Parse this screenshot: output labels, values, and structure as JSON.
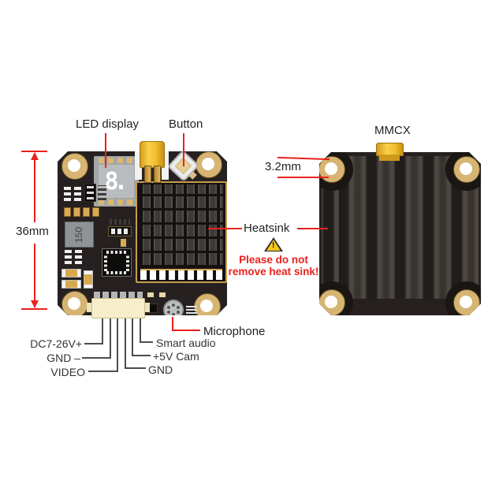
{
  "diagram": {
    "callouts": {
      "led_display": "LED display",
      "button": "Button",
      "mmcx": "MMCX",
      "hole_diameter": "3.2mm",
      "board_height": "36mm",
      "heatsink": "Heatsink",
      "microphone": "Microphone"
    },
    "warning": {
      "icon_mark": "!",
      "line1": "Please do not",
      "line2": "remove heat sink!"
    },
    "pinout": {
      "left": [
        "DC7-26V+",
        "GND –",
        "VIDEO"
      ],
      "right": [
        "Smart audio",
        "+5V Cam",
        "GND"
      ]
    },
    "front_board": {
      "display_digit": "8.",
      "inductor_marking": "150"
    },
    "colors": {
      "callout_red": "#e8211d",
      "warning_yellow": "#f5c51c",
      "board_black": "#262120",
      "pad_gold": "#d6b472",
      "mmcx_yellow": "#f3bf2e",
      "heatsink_gray": "#3e3a37",
      "connector_cream": "#f7eecb"
    }
  }
}
